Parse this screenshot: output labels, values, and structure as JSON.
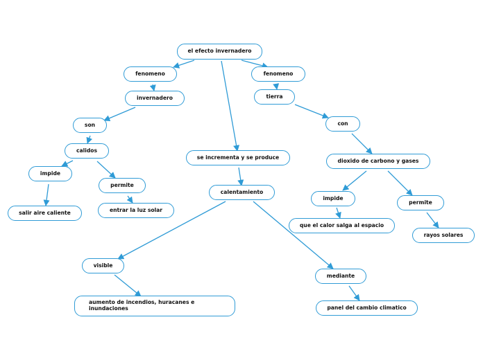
{
  "nodes": {
    "n1": "el efecto invernadero",
    "n2": "fenomeno",
    "n3": "invernadero",
    "n4": "son",
    "n5": "calidos",
    "n6": "impide",
    "n7": "salir aire caliente",
    "n8": "permite",
    "n9": "entrar la luz solar",
    "n10": "se incrementa y se produce",
    "n11": "calentamiento",
    "n12": "visible",
    "n13": "aumento de incendios, huracanes e inundaciones",
    "n14": "mediante",
    "n15": "panel del cambio climatico",
    "n16": "fenomeno",
    "n17": "tierra",
    "n18": "con",
    "n19": "dioxido de carbono y gases",
    "n20": "impide",
    "n21": "que el calor salga al espacio",
    "n22": "permite",
    "n23": "rayos solares"
  },
  "style": {
    "line_color": "#2f9bd6",
    "border_color": "#2f9bd6"
  }
}
